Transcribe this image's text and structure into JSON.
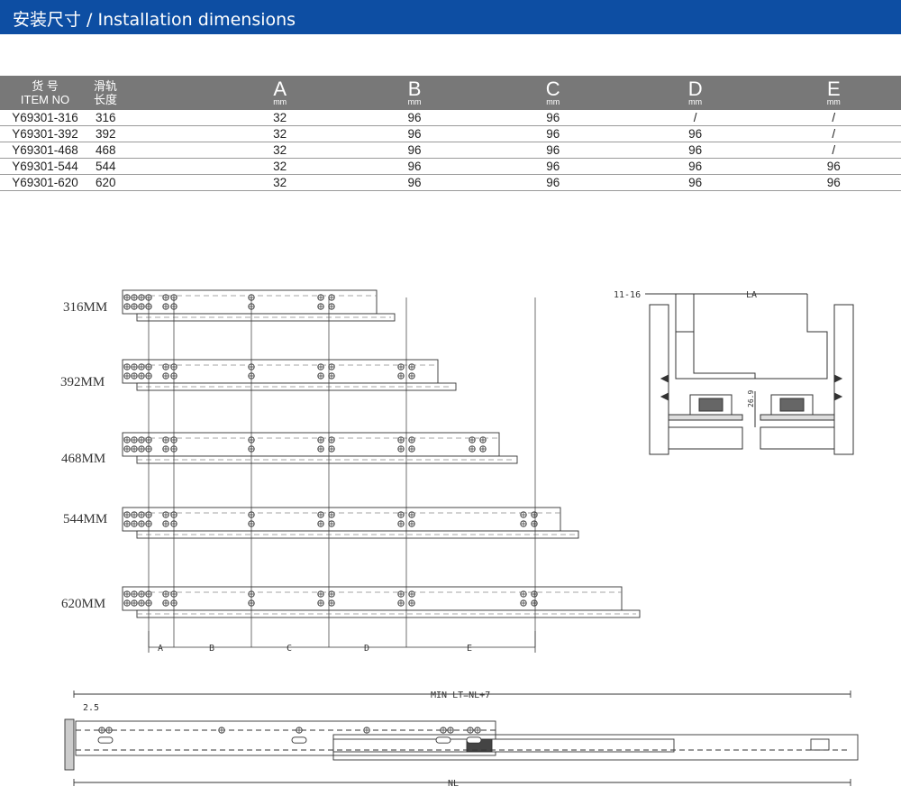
{
  "header": {
    "title": "安装尺寸 / Installation dimensions"
  },
  "table": {
    "columns": [
      {
        "line1": "货 号",
        "line2": "ITEM NO"
      },
      {
        "line1": "滑轨",
        "line2": "长度"
      },
      {
        "letter": "A",
        "unit": "mm"
      },
      {
        "letter": "B",
        "unit": "mm"
      },
      {
        "letter": "C",
        "unit": "mm"
      },
      {
        "letter": "D",
        "unit": "mm"
      },
      {
        "letter": "E",
        "unit": "mm"
      }
    ],
    "rows": [
      [
        "Y69301-316",
        "316",
        "32",
        "96",
        "96",
        "/",
        "/"
      ],
      [
        "Y69301-392",
        "392",
        "32",
        "96",
        "96",
        "96",
        "/"
      ],
      [
        "Y69301-468",
        "468",
        "32",
        "96",
        "96",
        "96",
        "/"
      ],
      [
        "Y69301-544",
        "544",
        "32",
        "96",
        "96",
        "96",
        "96"
      ],
      [
        "Y69301-620",
        "620",
        "32",
        "96",
        "96",
        "96",
        "96"
      ]
    ]
  },
  "rail_labels": [
    "316MM",
    "392MM",
    "468MM",
    "544MM",
    "620MM"
  ],
  "dimension_labels": {
    "a": "A",
    "b": "B",
    "c": "C",
    "d": "D",
    "e": "E"
  },
  "section_view": {
    "gap_label": "11-16",
    "width_label": "LA",
    "height_label": "26.9"
  },
  "side_view": {
    "offset_label": "2.5",
    "min_length_label": "MIN LT=NL+7",
    "nominal_label": "NL"
  },
  "colors": {
    "banner": "#0d4ea3",
    "table_header": "#787878"
  }
}
